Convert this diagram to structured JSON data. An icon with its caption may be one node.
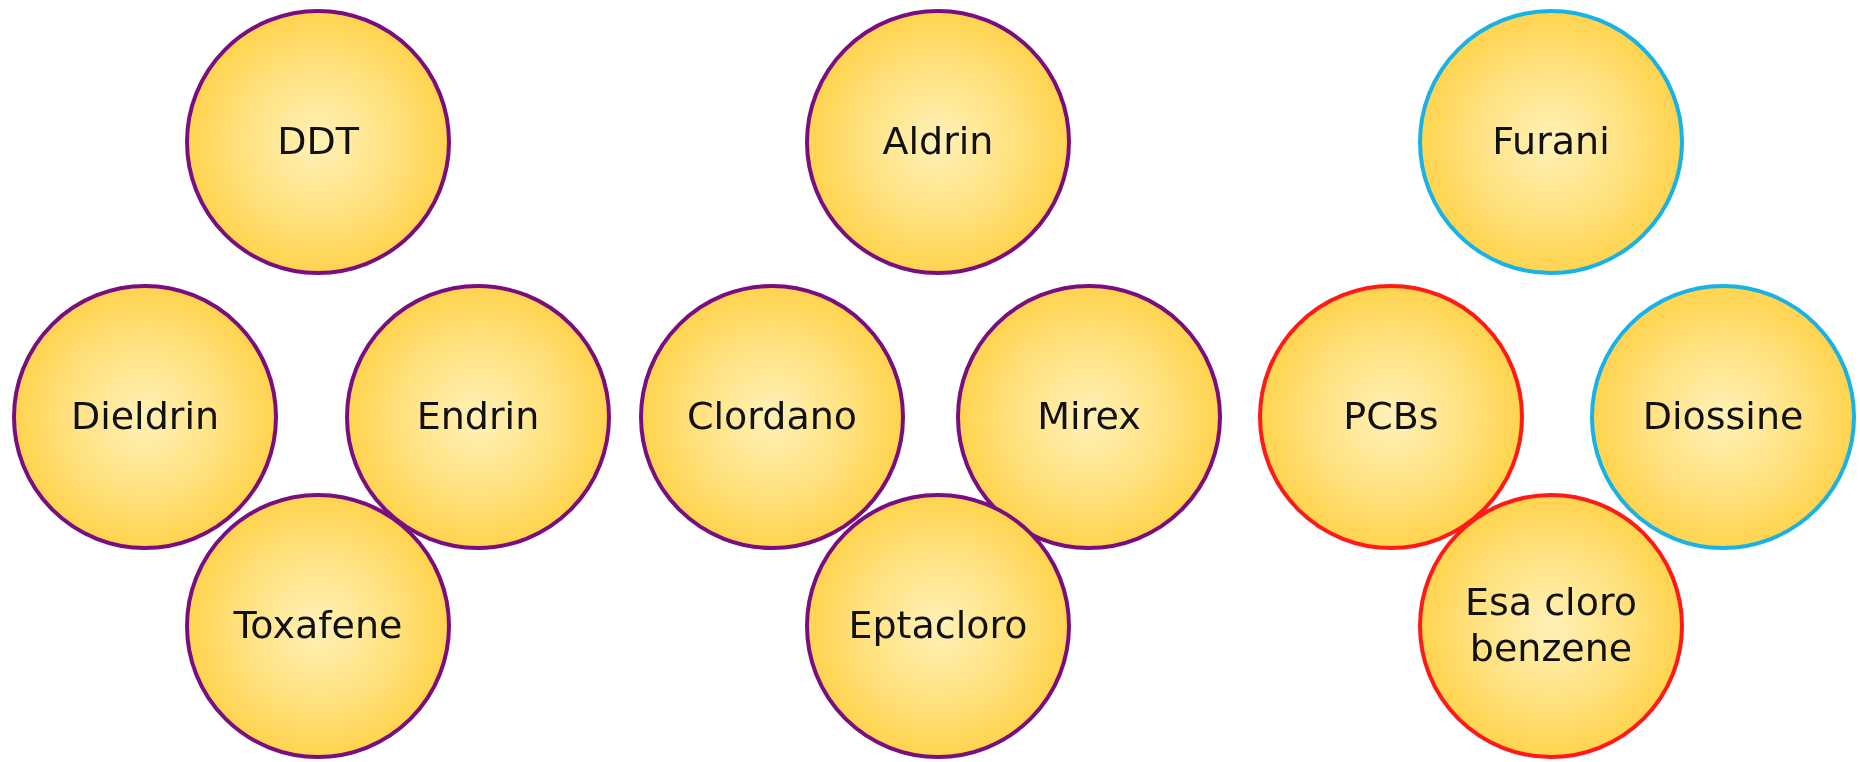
{
  "diagram": {
    "nodes": [
      {
        "text": [
          "DDT"
        ]
      },
      {
        "text": [
          "Dieldrin"
        ]
      },
      {
        "text": [
          "Endrin"
        ]
      },
      {
        "text": [
          "Toxafene"
        ]
      },
      {
        "text": [
          "Aldrin"
        ]
      },
      {
        "text": [
          "Clordano"
        ]
      },
      {
        "text": [
          "Mirex"
        ]
      },
      {
        "text": [
          "Eptacloro"
        ]
      },
      {
        "text": [
          "Furani"
        ]
      },
      {
        "text": [
          "PCBs"
        ]
      },
      {
        "text": [
          "Diossine"
        ]
      },
      {
        "text": [
          "Esa cloro benzene"
        ]
      }
    ]
  }
}
